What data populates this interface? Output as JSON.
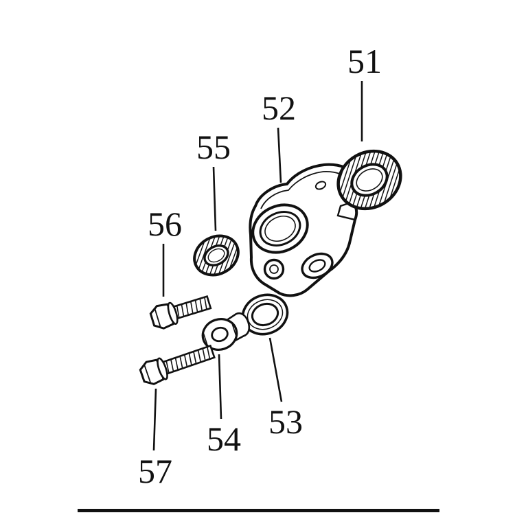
{
  "figure": {
    "background": "#ffffff",
    "ink": "#111111",
    "callouts": {
      "c51": {
        "label": "51"
      },
      "c52": {
        "label": "52"
      },
      "c53": {
        "label": "53"
      },
      "c54": {
        "label": "54"
      },
      "c55": {
        "label": "55"
      },
      "c56": {
        "label": "56"
      },
      "c57": {
        "label": "57"
      }
    }
  }
}
